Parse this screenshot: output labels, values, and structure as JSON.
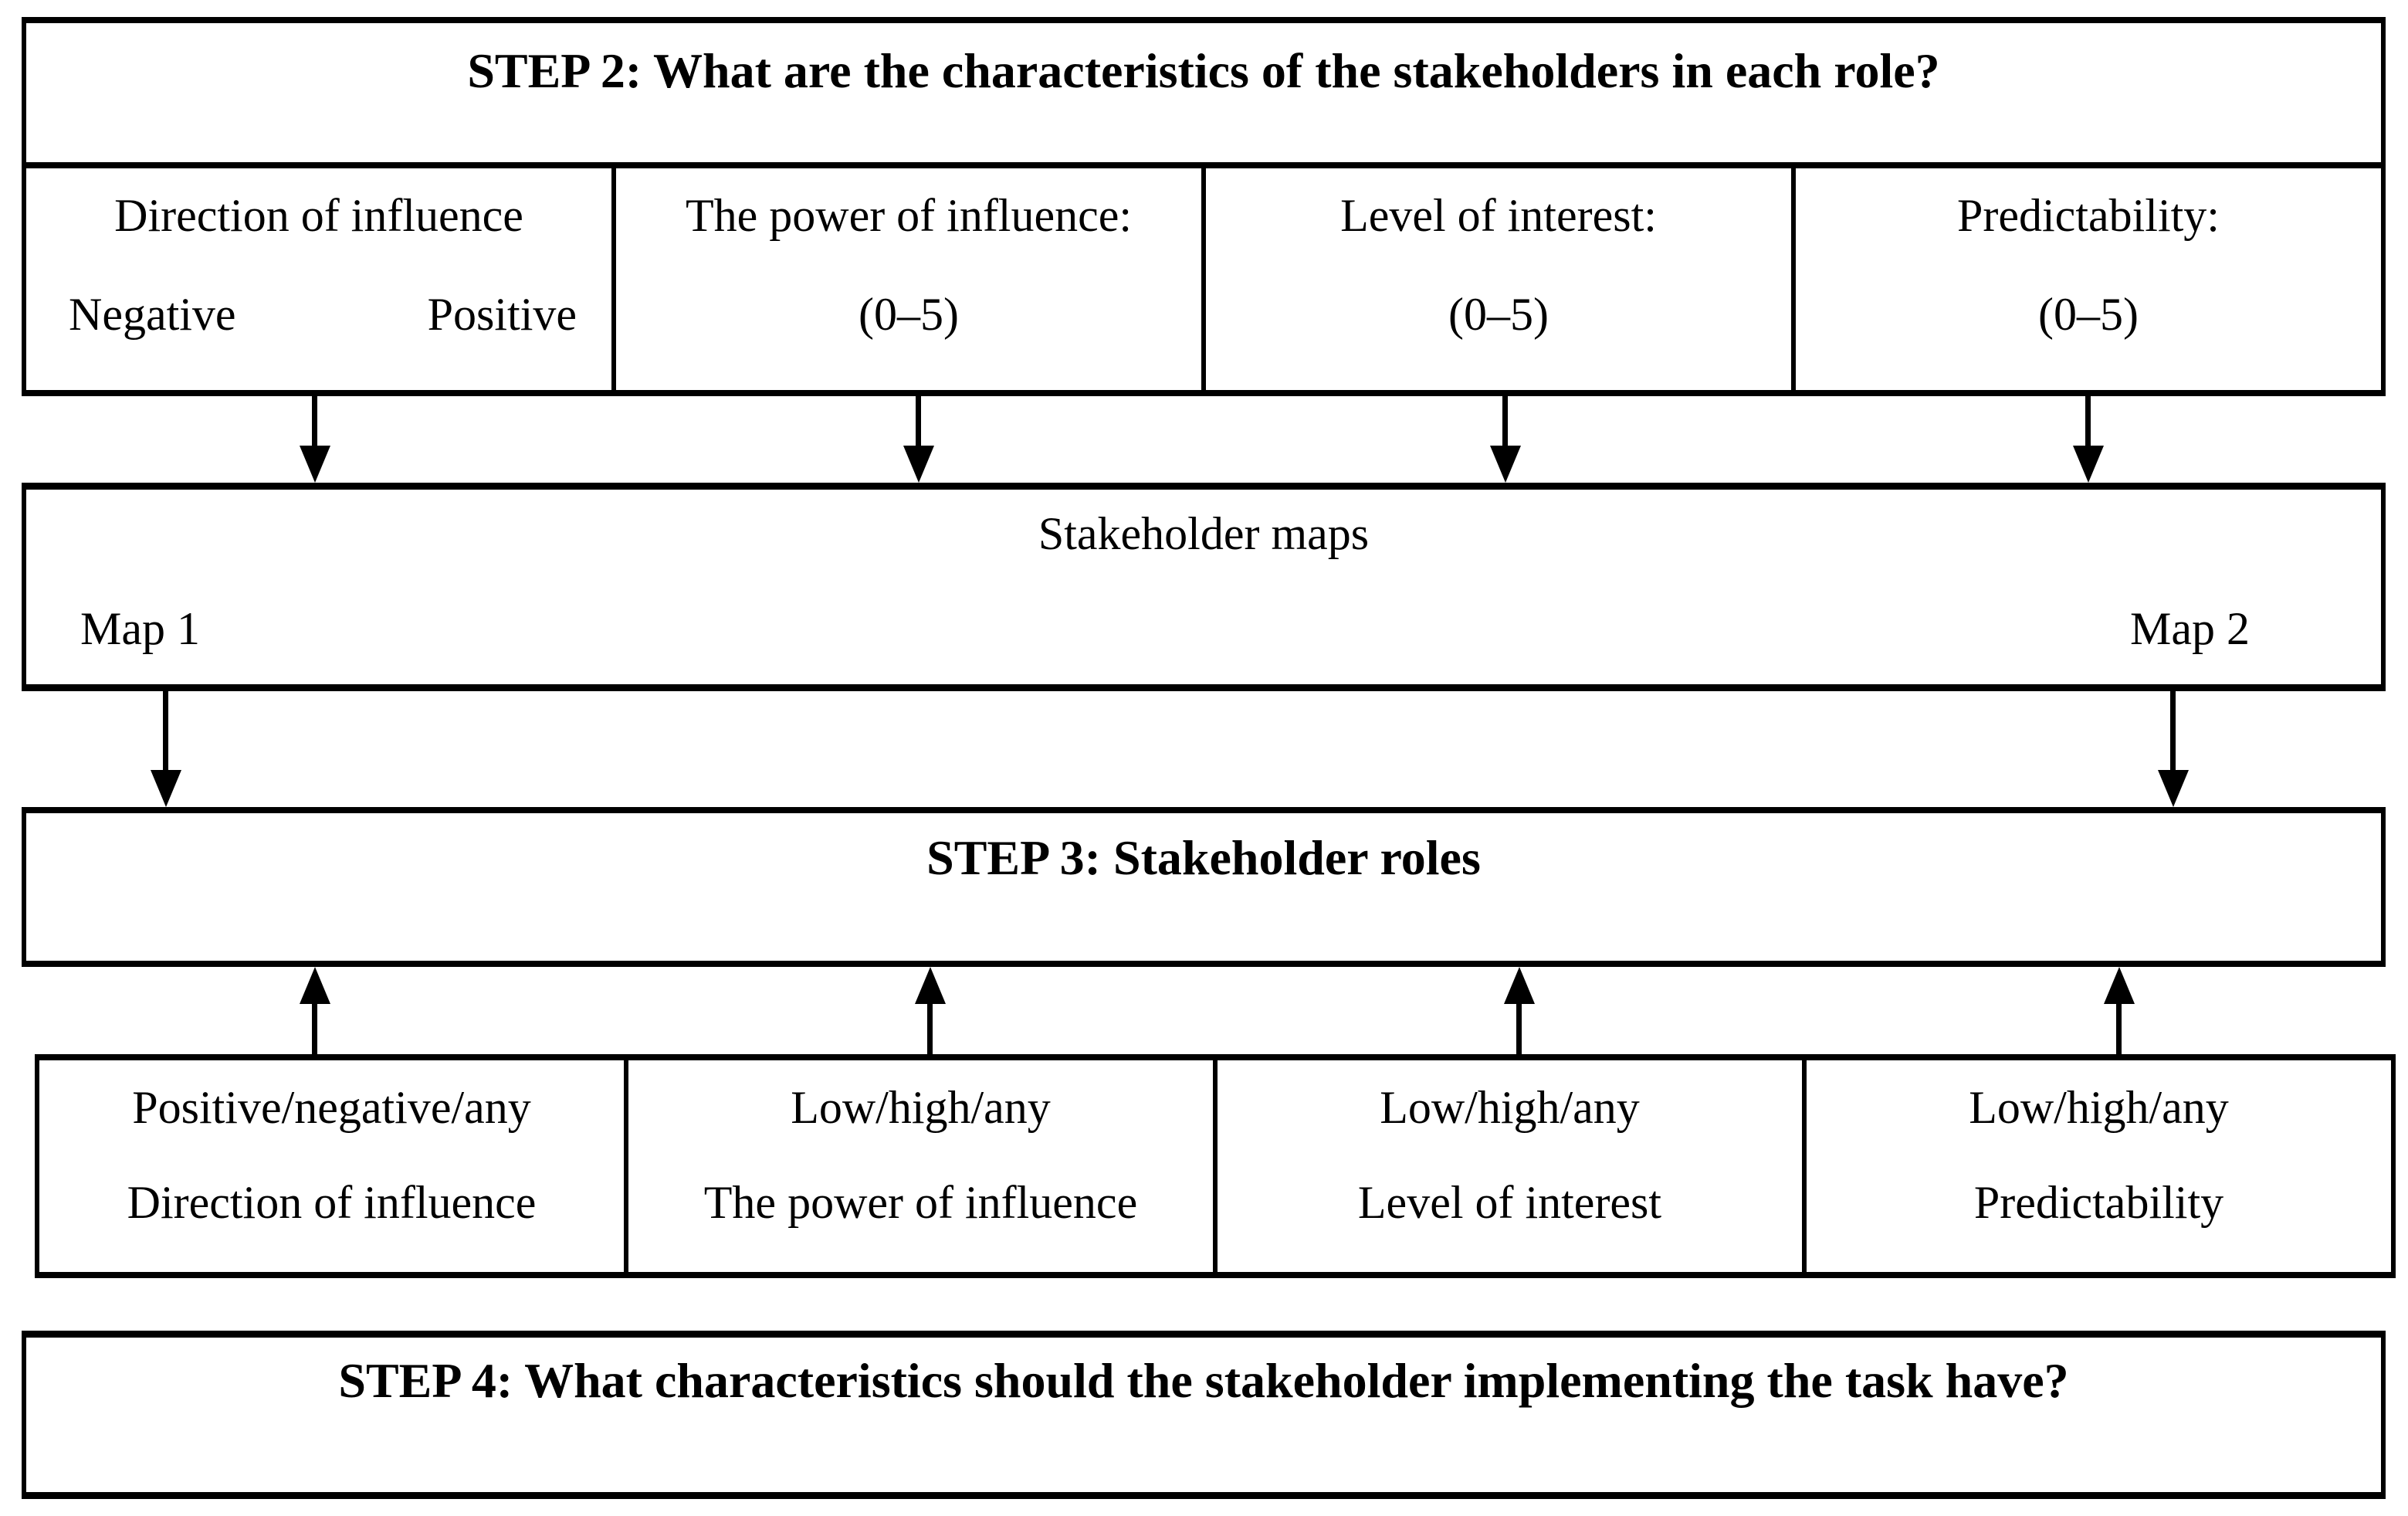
{
  "figure": {
    "step2": {
      "title": "STEP 2: What are the characteristics of the stakeholders in each role?",
      "columns": [
        {
          "title": "Direction of influence",
          "left": "Negative",
          "right": "Positive"
        },
        {
          "title": "The power of influence:",
          "value": "(0–5)"
        },
        {
          "title": "Level of interest:",
          "value": "(0–5)"
        },
        {
          "title": "Predictability:",
          "value": "(0–5)"
        }
      ]
    },
    "maps": {
      "title": "Stakeholder maps",
      "map1": "Map 1",
      "map2": "Map 2"
    },
    "step3": {
      "title": "STEP 3: Stakeholder roles"
    },
    "roles": {
      "columns": [
        {
          "options": "Positive/negative/any",
          "attribute": "Direction of influence"
        },
        {
          "options": "Low/high/any",
          "attribute": "The power of influence"
        },
        {
          "options": "Low/high/any",
          "attribute": "Level of interest"
        },
        {
          "options": "Low/high/any",
          "attribute": "Predictability"
        }
      ]
    },
    "step4": {
      "title": "STEP 4: What characteristics should the stakeholder implementing the task have?"
    }
  },
  "colors": {
    "ink": "#000000",
    "paper": "#ffffff"
  }
}
